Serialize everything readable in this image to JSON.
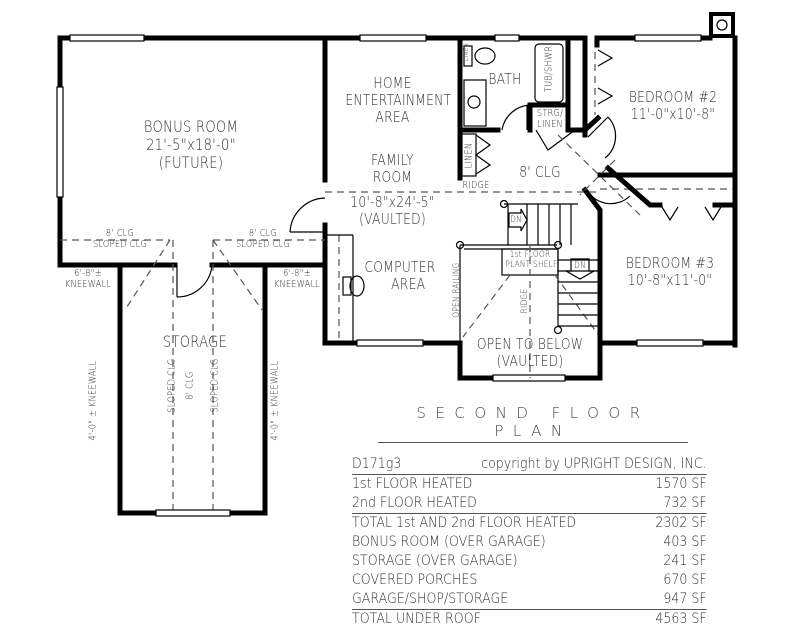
{
  "plan": {
    "title": "SECOND FLOOR PLAN",
    "rooms": {
      "bonus": {
        "name": "BONUS ROOM",
        "size": "21'-5\"x18'-0\"",
        "note": "(FUTURE)"
      },
      "home_ent": {
        "line1": "HOME",
        "line2": "ENTERTAINMENT",
        "line3": "AREA"
      },
      "family": {
        "line1": "FAMILY",
        "line2": "ROOM",
        "size": "10'-8\"x24'-5\"",
        "note": "(VAULTED)"
      },
      "computer": {
        "line1": "COMPUTER",
        "line2": "AREA"
      },
      "bath": {
        "name": "BATH"
      },
      "tub": {
        "name": "TUB/SHWR"
      },
      "strg": {
        "line1": "STRG/",
        "line2": "LINEN"
      },
      "linen_closet": {
        "name": "LINEN"
      },
      "linen_small": {
        "name": "LINEN"
      },
      "hall": {
        "ceiling": "8' CLG"
      },
      "bed2": {
        "name": "BEDROOM #2",
        "size": "11'-0\"x10'-8\""
      },
      "bed3": {
        "name": "BEDROOM #3",
        "size": "10'-8\"x11'-0\""
      },
      "open_below": {
        "line1": "OPEN TO BELOW",
        "line2": "(VAULTED)"
      },
      "storage": {
        "name": "STORAGE",
        "sloped_left": "SLOPED CLG",
        "center": "8' CLG",
        "sloped_right": "SLOPED CLG"
      }
    },
    "annotations": {
      "clg_left_top": "8' CLG",
      "clg_left_bottom": "SLOPED CLG",
      "clg_right_top": "8' CLG",
      "clg_right_bottom": "SLOPED CLG",
      "kneewall_left_1": "6'-8\"±",
      "kneewall_left_2": "KNEEWALL",
      "kneewall_right_1": "6'-8\"±",
      "kneewall_right_2": "KNEEWALL",
      "kneewall_vert_left": "4'-0\" ± KNEEWALL",
      "kneewall_vert_right": "4'-0\" ± KNEEWALL",
      "ridge_h": "RIDGE",
      "ridge_v": "RIDGE",
      "open_railing": "OPEN RAILING",
      "plant_shelf_1": "1st FLOOR",
      "plant_shelf_2": "PLANT SHELF",
      "dn_1": "DN",
      "dn_2": "DN"
    }
  },
  "schedule": {
    "header_left": "D171g3",
    "header_right": "copyright by UPRIGHT DESIGN, INC.",
    "rows": [
      {
        "label": "1st FLOOR HEATED",
        "value": "1570 SF"
      },
      {
        "label": "2nd FLOOR HEATED",
        "value": "732 SF"
      },
      {
        "label": "TOTAL 1st AND 2nd FLOOR HEATED",
        "value": "2302 SF"
      },
      {
        "label": "BONUS ROOM (OVER GARAGE)",
        "value": "403 SF"
      },
      {
        "label": "STORAGE (OVER GARAGE)",
        "value": "241 SF"
      },
      {
        "label": "COVERED PORCHES",
        "value": "670 SF"
      },
      {
        "label": "GARAGE/SHOP/STORAGE",
        "value": "947 SF"
      },
      {
        "label": "TOTAL UNDER ROOF",
        "value": "4563 SF"
      }
    ]
  }
}
